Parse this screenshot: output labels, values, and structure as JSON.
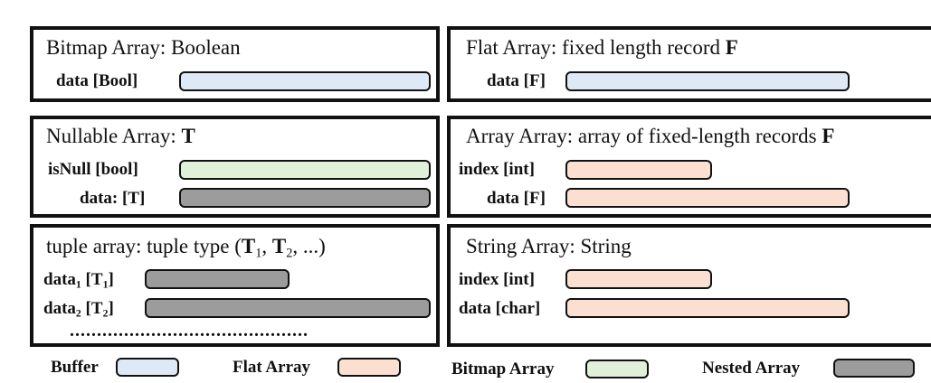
{
  "colors": {
    "buffer": "#dde9f5",
    "flat": "#fbe0d2",
    "bitmap": "#e1f0d9",
    "nested": "#9c9c9c"
  },
  "panels": {
    "bitmap": {
      "title": "Bitmap Array: Boolean",
      "data_label": "data [Bool]"
    },
    "flat": {
      "title_prefix": "Flat Array: fixed length record ",
      "title_bold": "F",
      "data_label": "data [F]"
    },
    "nullable": {
      "title_prefix": "Nullable Array: ",
      "title_bold": "T",
      "isnull_label": "isNull [bool]",
      "data_label": "data: [T]"
    },
    "arrayarray": {
      "title_prefix": "Array Array: array of fixed-length records ",
      "title_bold": "F",
      "index_label": "index [int]",
      "data_label": "data [F]"
    },
    "tuple": {
      "title_prefix": "tuple array: tuple type (",
      "t_letter": "T",
      "sub_1": "1",
      "sub_2": "2",
      "sep": ", ",
      "title_suffix": ", ...)",
      "data_word": "data",
      "open_br": " [",
      "close_br": "]",
      "dots": "............................................"
    },
    "string": {
      "title": "String Array: String",
      "index_label": "index [int]",
      "data_label": "data [char]"
    }
  },
  "legend": {
    "buffer": "Buffer",
    "flat": "Flat Array",
    "bitmap": "Bitmap Array",
    "nested": "Nested Array"
  }
}
